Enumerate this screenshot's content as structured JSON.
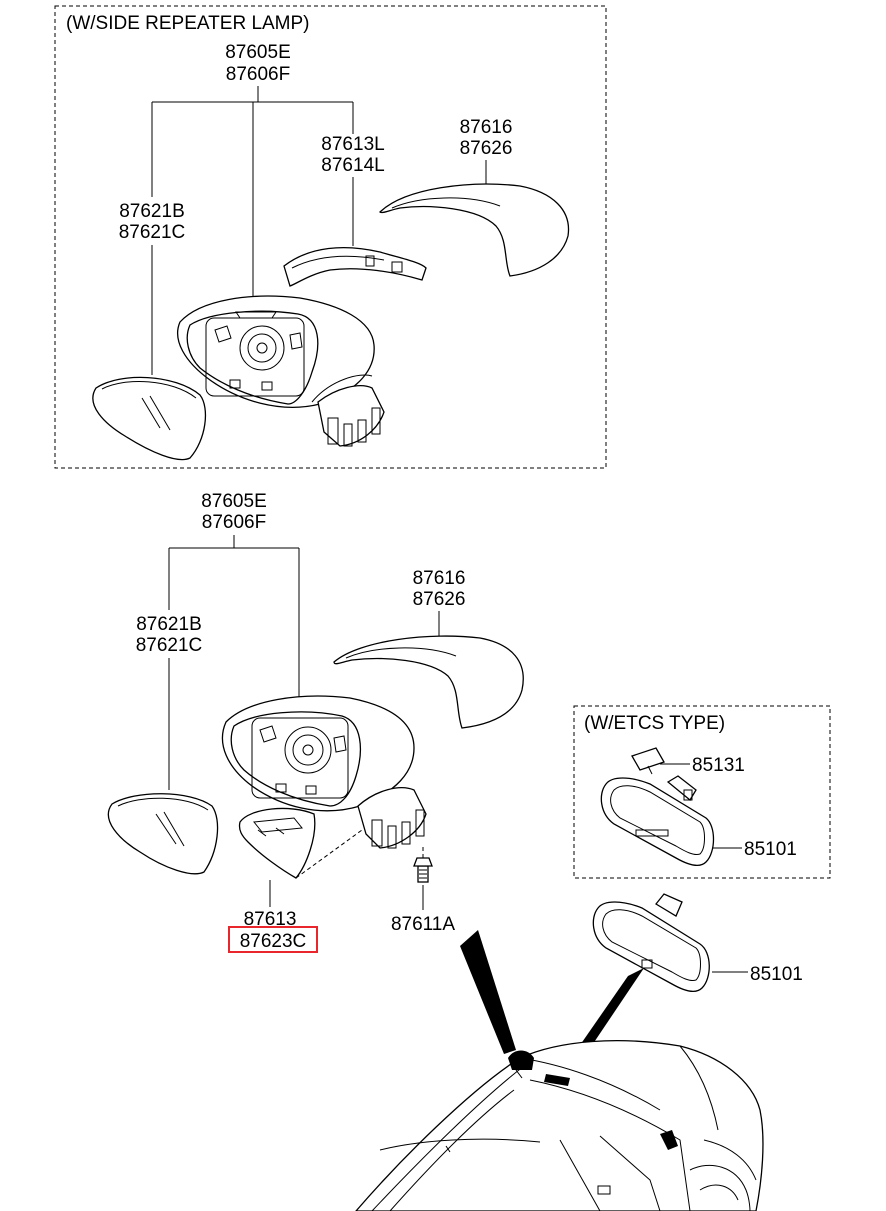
{
  "sections": {
    "top_box_title": "(W/SIDE REPEATER LAMP)",
    "etcs_box_title": "(W/ETCS TYPE)"
  },
  "top": {
    "assembly": [
      "87605E",
      "87606F"
    ],
    "glass": [
      "87621B",
      "87621C"
    ],
    "repeater": [
      "87613L",
      "87614L"
    ],
    "cover": [
      "87616",
      "87626"
    ]
  },
  "bottom": {
    "assembly": [
      "87605E",
      "87606F"
    ],
    "glass": [
      "87621B",
      "87621C"
    ],
    "cover": [
      "87616",
      "87626"
    ],
    "trim": [
      "87613",
      "87623C"
    ],
    "screw": "87611A",
    "highlighted_part": "87623C",
    "highlight_color": "#e8262b"
  },
  "etcs": {
    "bracket": "85131",
    "mirror": "85101"
  },
  "inside_mirror": "85101"
}
